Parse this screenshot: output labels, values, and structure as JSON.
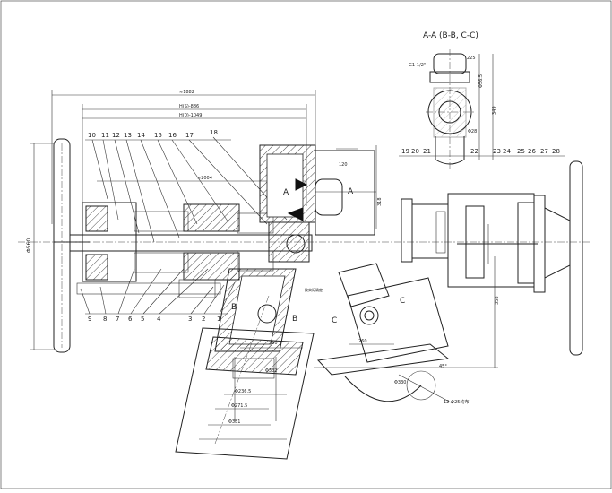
{
  "view_title": "A-A  (B-B, C-C)",
  "part_numbers_top": [
    "10",
    "11",
    "12",
    "13",
    "14",
    "15",
    "16",
    "17",
    "18",
    "19",
    "20",
    "21",
    "22",
    "23",
    "24",
    "25",
    "26",
    "27",
    "28"
  ],
  "part_numbers_bottom": [
    "9",
    "8",
    "7",
    "6",
    "5",
    "4",
    "3",
    "2",
    "1"
  ],
  "dimensions": {
    "overall": "≈1882",
    "h_range": "H(S)-886",
    "h_range2": "H(0)-1049",
    "mid": "≈2004",
    "wheel_dia": "Φ560",
    "d120": "120",
    "d318": "318",
    "d358": "358",
    "d260a": "260",
    "d260b": "260",
    "d332": "Φ332",
    "d2365": "Φ236.5",
    "d2715": "Φ271.5",
    "d381": "Φ381",
    "d330": "Φ330",
    "holes": "12-Φ25均布",
    "d565": "Φ56.5",
    "d349": "349",
    "d28": "Φ28",
    "g12": "G1-1/2\"",
    "d225": "225",
    "d45": "45°"
  },
  "section_letters": {
    "a1": "A",
    "a2": "A",
    "b1": "B",
    "b2": "B",
    "c1": "C",
    "c2": "C"
  },
  "note": "按实际确定"
}
